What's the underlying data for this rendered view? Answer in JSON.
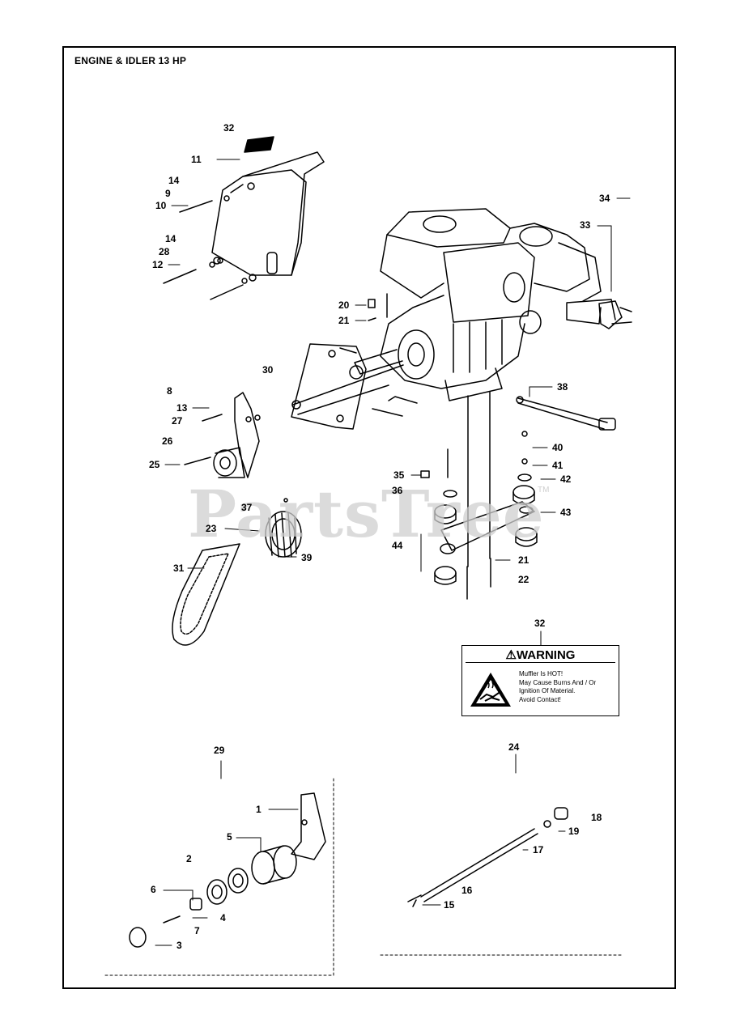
{
  "title": "ENGINE & IDLER 13 HP",
  "watermark": "PartsTree",
  "watermark_tm": "TM",
  "warning": {
    "heading": "⚠WARNING",
    "text": "Muffler Is HOT!\nMay Cause Burns And / Or\nIgnition Of Material.\nAvoid Contact!",
    "icon": "hot-surface-warning-icon"
  },
  "callouts": {
    "c32a": "32",
    "c11": "11",
    "c14a": "14",
    "c9": "9",
    "c10": "10",
    "c14b": "14",
    "c28": "28",
    "c12": "12",
    "c34": "34",
    "c33": "33",
    "c20": "20",
    "c21a": "21",
    "c30": "30",
    "c8": "8",
    "c13": "13",
    "c27": "27",
    "c26": "26",
    "c25": "25",
    "c38": "38",
    "c40": "40",
    "c41": "41",
    "c42": "42",
    "c35": "35",
    "c36": "36",
    "c37": "37",
    "c43": "43",
    "c23": "23",
    "c44": "44",
    "c39": "39",
    "c31": "31",
    "c21b": "21",
    "c22": "22",
    "c32b": "32",
    "c29": "29",
    "c24": "24",
    "c1": "1",
    "c5": "5",
    "c2": "2",
    "c6": "6",
    "c4": "4",
    "c7": "7",
    "c3": "3",
    "c18": "18",
    "c19": "19",
    "c17": "17",
    "c16": "16",
    "c15": "15"
  }
}
